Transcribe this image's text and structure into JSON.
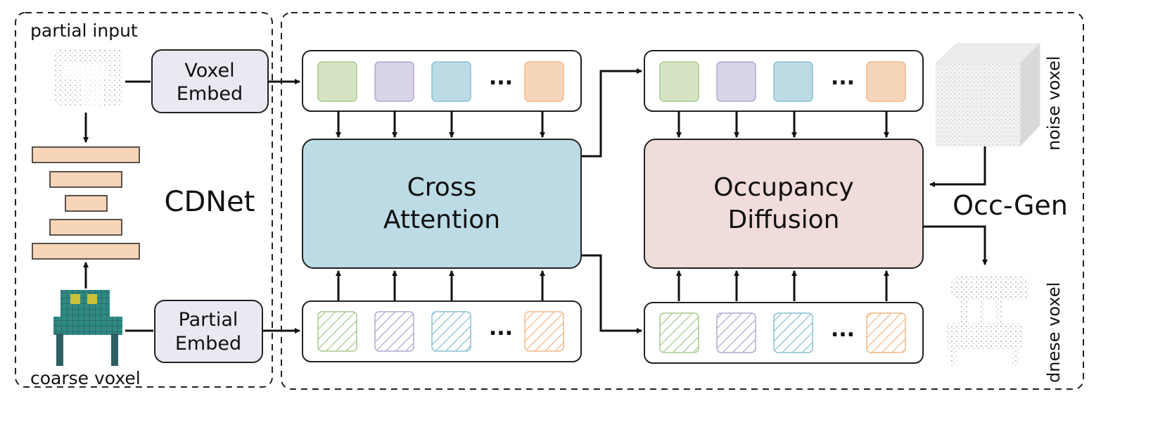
{
  "cdnet": {
    "title": "CDNet",
    "partial_input_label": "partial input",
    "coarse_voxel_label": "coarse voxel",
    "voxel_embed": [
      "Voxel",
      "Embed"
    ],
    "partial_embed": [
      "Partial",
      "Embed"
    ]
  },
  "occgen": {
    "title": "Occ-Gen",
    "noise_voxel_label": "noise voxel",
    "dense_voxel_label": "dnese voxel",
    "cross_attention": [
      "Cross",
      "Attention"
    ],
    "occupancy_diffusion": [
      "Occupancy",
      "Diffusion"
    ],
    "ellipsis": "..."
  },
  "colors": {
    "token_green": "#d6e4c4",
    "token_purple": "#d9d3e7",
    "token_blue": "#bcdbe4",
    "token_orange": "#f6d6b9",
    "cross_attention_fill": "#bcdbe5",
    "occupancy_fill": "#f0dcda",
    "embed_fill": "#ebe8f2",
    "encoder_bar_fill": "#f7d5b7"
  }
}
